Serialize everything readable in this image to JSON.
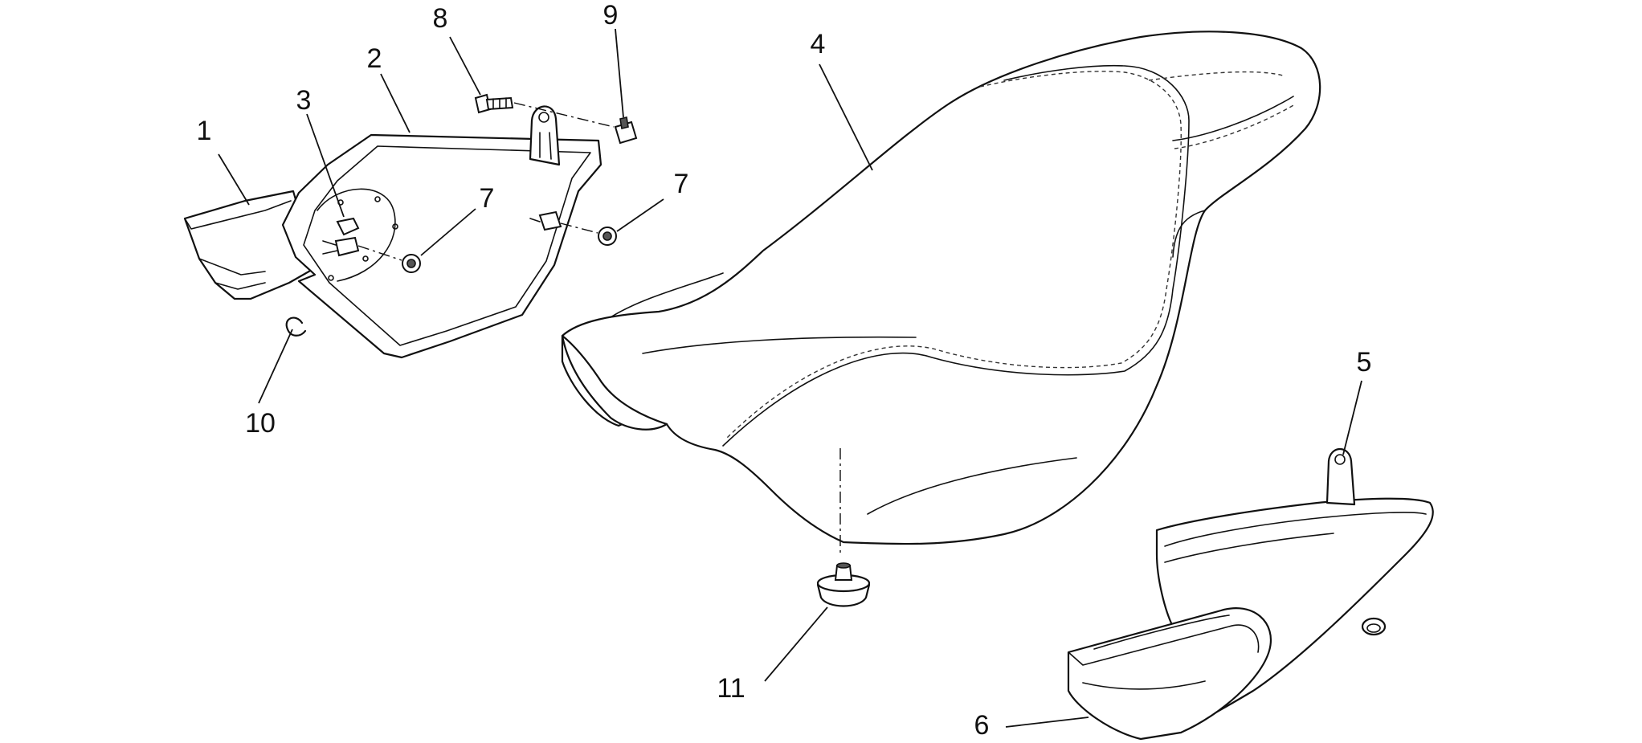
{
  "callouts": [
    {
      "id": "1",
      "label": "1"
    },
    {
      "id": "2",
      "label": "2"
    },
    {
      "id": "3",
      "label": "3"
    },
    {
      "id": "4",
      "label": "4"
    },
    {
      "id": "5",
      "label": "5"
    },
    {
      "id": "6",
      "label": "6"
    },
    {
      "id": "7a",
      "label": "7"
    },
    {
      "id": "7b",
      "label": "7"
    },
    {
      "id": "8",
      "label": "8"
    },
    {
      "id": "9",
      "label": "9"
    },
    {
      "id": "10",
      "label": "10"
    },
    {
      "id": "11",
      "label": "11"
    }
  ]
}
